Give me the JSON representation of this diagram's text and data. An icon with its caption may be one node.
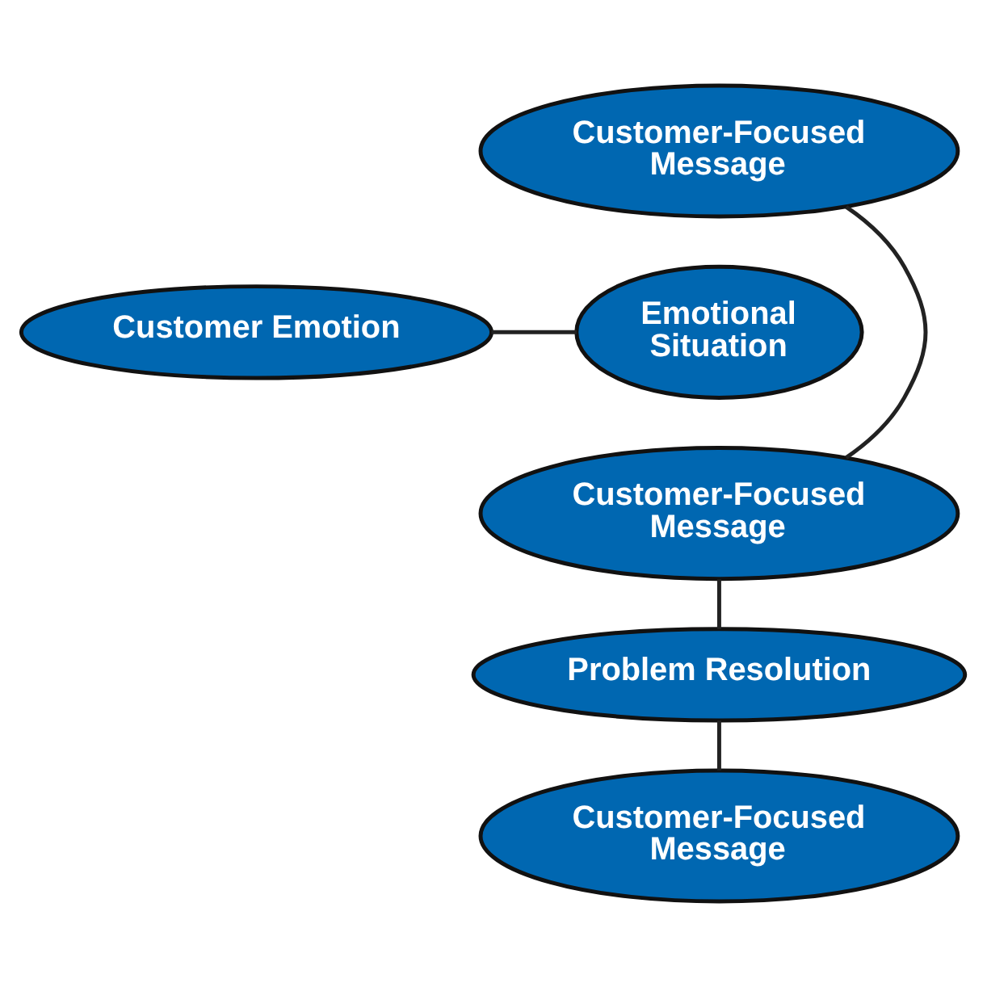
{
  "diagram": {
    "nodes": [
      {
        "text": [
          "Customer-Focused Message"
        ]
      },
      {
        "text": [
          "Customer Emotion"
        ]
      },
      {
        "text": [
          "Emotional Situation"
        ]
      },
      {
        "text": [
          "Customer-Focused Message"
        ]
      },
      {
        "text": [
          "Problem Resolution"
        ]
      },
      {
        "text": [
          "Customer-Focused Message"
        ]
      }
    ],
    "edges": [
      {
        "from": 0,
        "to": 3,
        "arrow": "none"
      },
      {
        "from": 1,
        "to": 2,
        "arrow": "none"
      },
      {
        "from": 3,
        "to": 4,
        "arrow": "none"
      },
      {
        "from": 4,
        "to": 5,
        "arrow": "none"
      }
    ]
  }
}
